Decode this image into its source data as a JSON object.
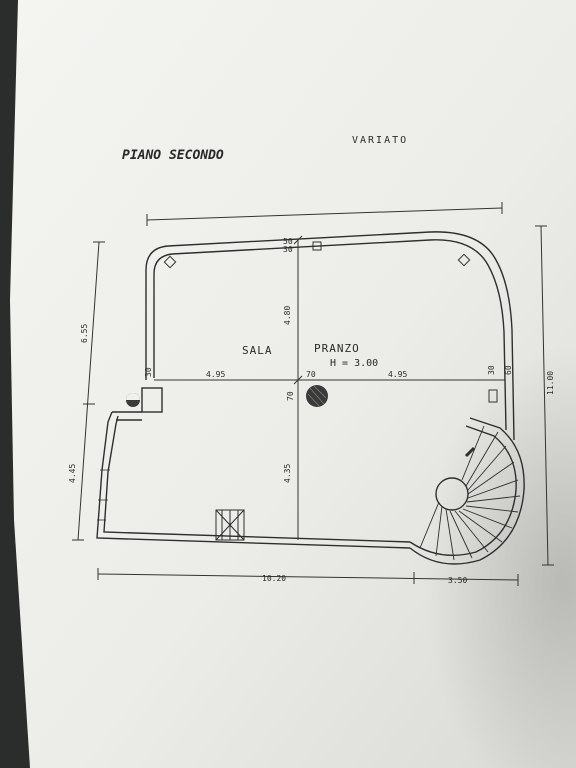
{
  "sheet": {
    "title": "PIANO  SECONDO",
    "revision": "VARIATO"
  },
  "room": {
    "name_1": "SALA",
    "name_2": "PRANZO",
    "height": "H = 3.00"
  },
  "dimensions": {
    "top_left_thickness": "50",
    "top_left_thickness_b": "30",
    "center_vertical_upper": "4.80",
    "center_vertical_lower": "4.35",
    "column_gap_h": "70",
    "column_gap_v": "70",
    "left_half": "4.95",
    "right_half": "4.95",
    "right_wall_a": "30",
    "right_wall_b": "60",
    "left_upper": "6.55",
    "left_lower": "4.45",
    "left_small": "30",
    "right_total": "11.00",
    "bottom_main": "10.20",
    "bottom_stair": "3.50"
  },
  "colors": {
    "paper": "#eeeeea",
    "ink": "#2a2a2a",
    "background": "#2b2d2c"
  }
}
